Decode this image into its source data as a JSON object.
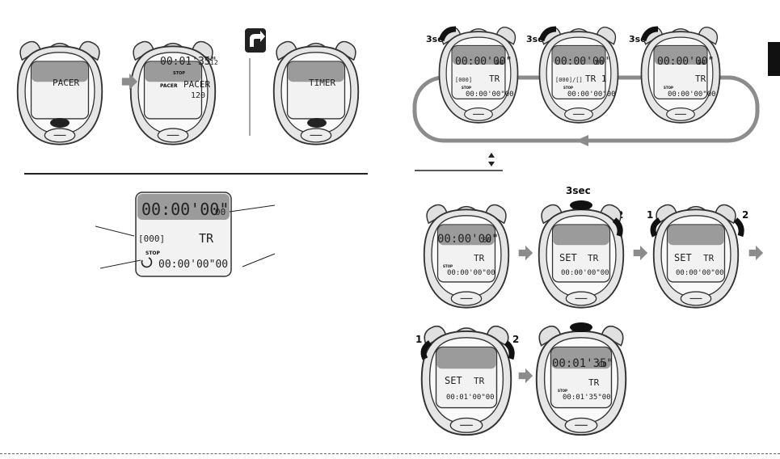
{
  "colors": {
    "ink": "#222222",
    "lcd_band": "#9b9b9b",
    "lcd_bg": "#f2f2f2",
    "case": "#e6e6e6",
    "loop": "#8c8c8c",
    "arrow": "#8c8c8c"
  },
  "icons": {
    "flow_arrow": "right-arrow-icon",
    "turn": "turn-arrow-icon",
    "updown": "updown-triangle-icon"
  },
  "left_row": {
    "w1": {
      "line2": "PACER"
    },
    "w2": {
      "line1": "00:01'35\"",
      "line1_hund": "12",
      "small": "STOP",
      "pacer_tag": "PACER",
      "line2": "PACER",
      "line3": "120"
    },
    "w3": {
      "line2": "TIMER"
    }
  },
  "display": {
    "time": "00:00'00\"",
    "hund": "00",
    "icon": "[000]",
    "mode": "TR",
    "stop": "STOP",
    "countdown": "00:00'00\"00"
  },
  "loop": {
    "press": "3sec",
    "w1": {
      "time": "00:00'00\"",
      "hund": "00",
      "icon": "[000]",
      "mode": "TR",
      "stop": "STOP",
      "count": "00:00'00\"00"
    },
    "w2": {
      "time": "00:00'00\"",
      "hund": "00",
      "icon": "[000]/[]",
      "mode": "TR 1",
      "stop": "STOP",
      "count": "00:00'00\"00"
    },
    "w3": {
      "time": "00:00'00\"",
      "hund": "00",
      "mode": "TR",
      "stop": "STOP",
      "count": "00:00'00\"00"
    }
  },
  "setup": {
    "press": "3sec",
    "num1": "1",
    "num2": "2",
    "a": {
      "time": "00:00'00\"",
      "hund": "00",
      "mode": "TR",
      "stop": "STOP",
      "count": "00:00'00\"00"
    },
    "b": {
      "set": "SET",
      "mode": "TR",
      "count": "00:00'00\"00"
    },
    "c": {
      "set": "SET",
      "mode": "TR",
      "count": "00:00'00\"00"
    },
    "d": {
      "set": "SET",
      "mode": "TR",
      "count": "00:01'00\"00"
    },
    "e": {
      "time": "00:01'35\"",
      "hund": "00",
      "mode": "TR",
      "stop": "STOP",
      "count": "00:01'35\"00"
    }
  }
}
